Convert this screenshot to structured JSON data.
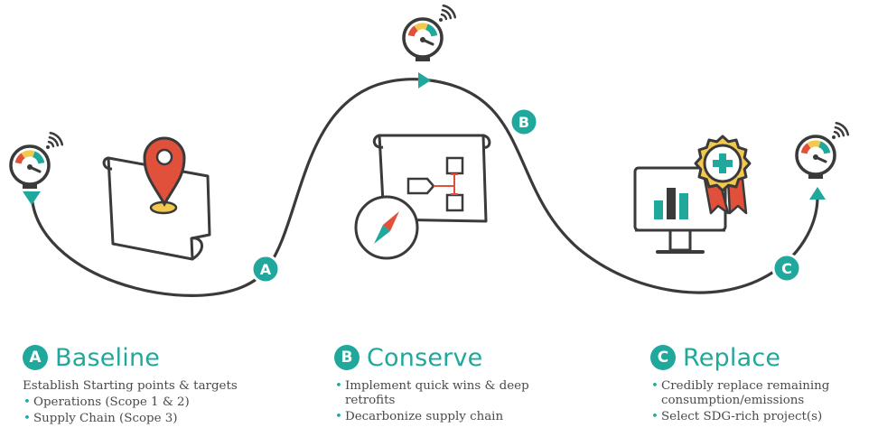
{
  "colors": {
    "teal": "#1fa89b",
    "red": "#e0503a",
    "yellow": "#f2c94c",
    "outline": "#3a3a3a",
    "text": "#4a4a4a"
  },
  "markers": [
    {
      "letter": "A"
    },
    {
      "letter": "B"
    },
    {
      "letter": "C"
    }
  ],
  "icons": [
    "gauge-wifi-icon",
    "map-pin-icon",
    "blueprint-icon",
    "compass-icon",
    "monitor-chart-icon",
    "award-ribbon-icon"
  ],
  "steps": [
    {
      "letter": "A",
      "title": "Baseline",
      "lead": "Establish Starting points & targets",
      "bullets": [
        "Operations (Scope 1 & 2)",
        "Supply Chain (Scope 3)"
      ]
    },
    {
      "letter": "B",
      "title": "Conserve",
      "lead": "",
      "bullets": [
        "Implement quick wins & deep retrofits",
        "Decarbonize supply chain"
      ]
    },
    {
      "letter": "C",
      "title": "Replace",
      "lead": "",
      "bullets": [
        "Credibly replace remaining consumption/emissions",
        "Select SDG-rich project(s)"
      ]
    }
  ]
}
